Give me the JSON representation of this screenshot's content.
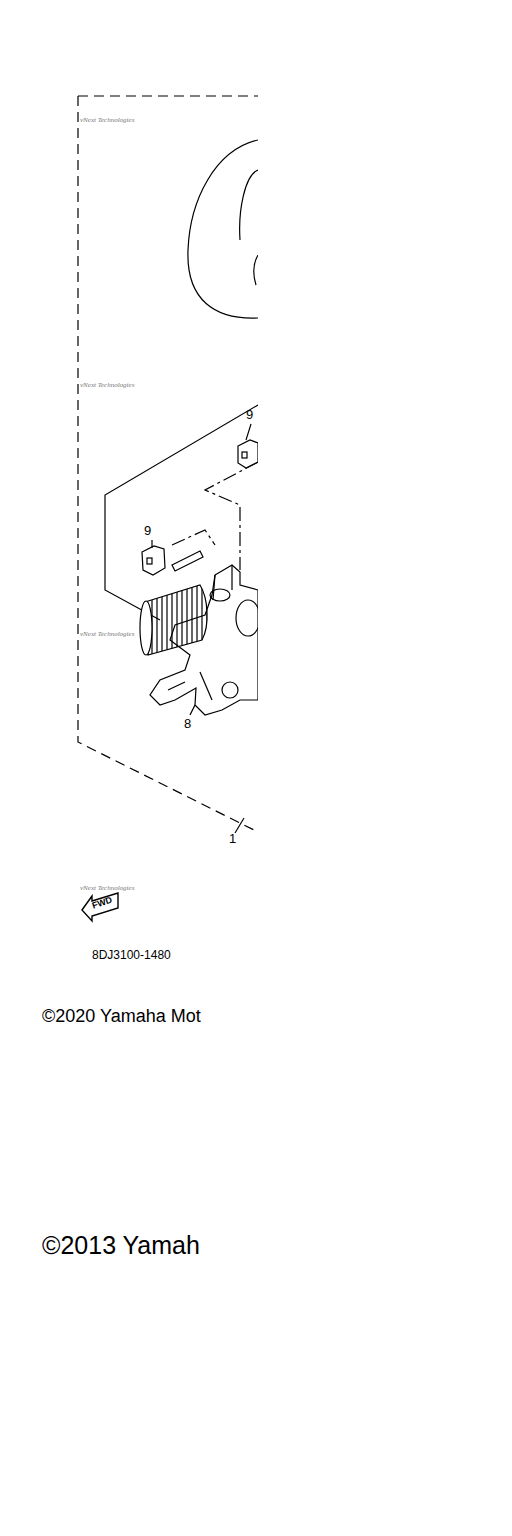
{
  "diagram": {
    "labels": [
      "vNext Technologies",
      "vNext Technologies",
      "9",
      "9",
      "vNext Technologies",
      "8",
      "1",
      "vNext Technologies",
      "FWD",
      "8DJ3100-1480",
      "©2020 Yamaha Mot",
      "©2013 Yamah"
    ]
  }
}
